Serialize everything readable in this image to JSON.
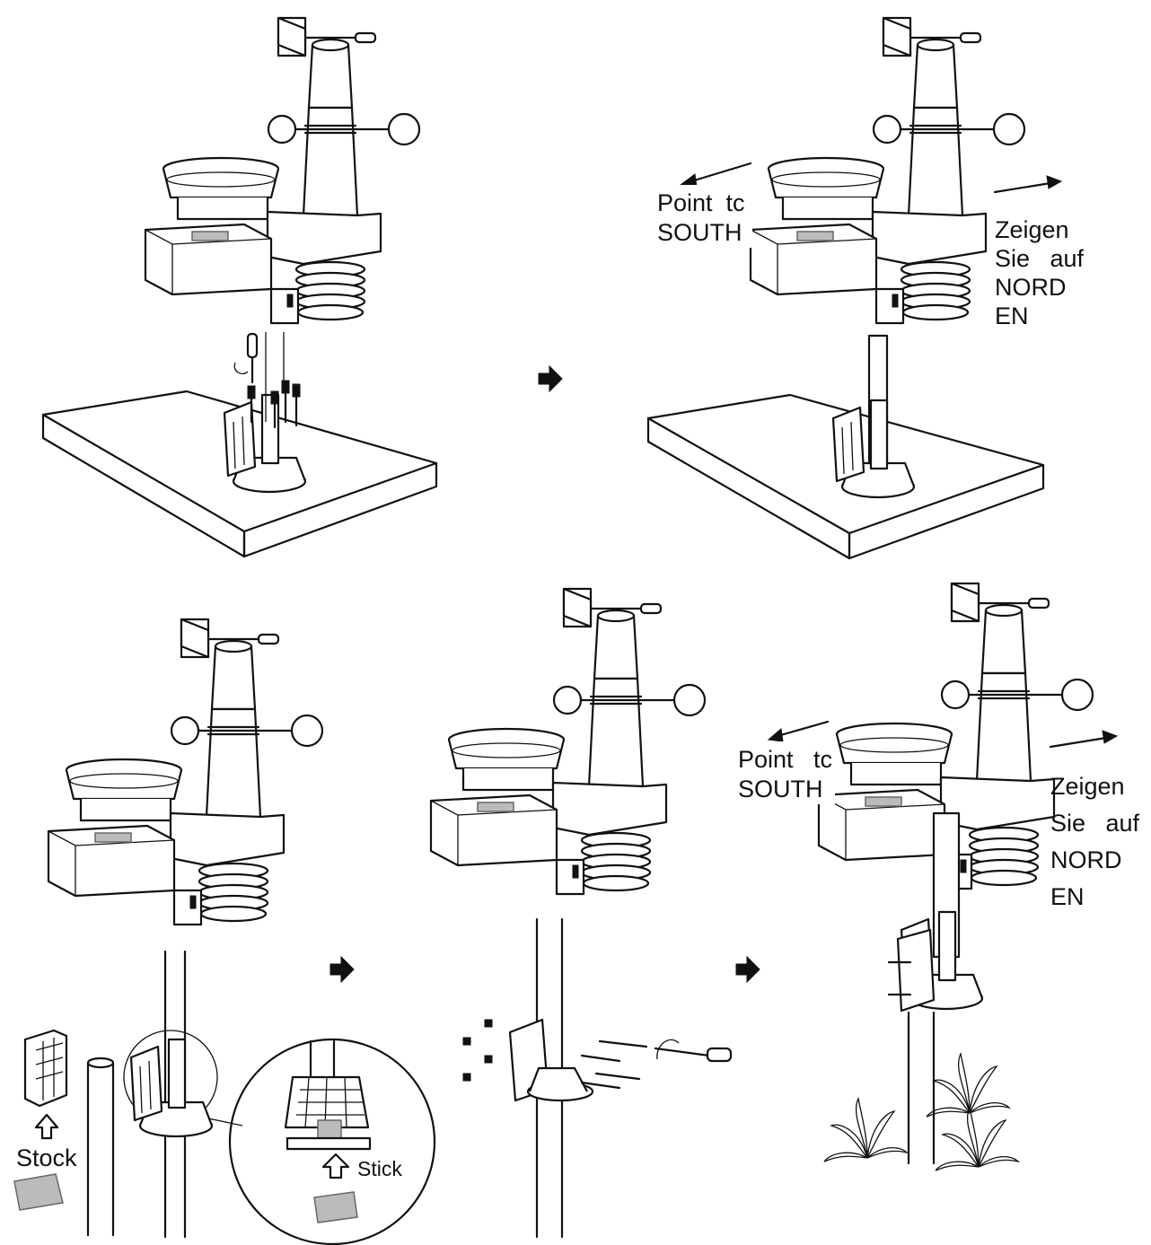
{
  "labels": {
    "point_south_top": "Point  tc\nSOUTH",
    "zeigen_top": "Zeigen\nSie   auf\nNORD\nEN",
    "point_south_bottom": "Point   tc\nSOUTH",
    "zeigen_bottom": "Zeigen\nSie   auf\nNORD\nEN",
    "stock": "Stock",
    "stick": "Stick"
  },
  "icons": {
    "step_arrow": "right-arrow-icon",
    "direction_arrow": "long-arrow-icon",
    "up_arrow": "hollow-up-arrow-icon"
  },
  "colors": {
    "ink": "#111111",
    "pad": "#bbbbbb"
  }
}
